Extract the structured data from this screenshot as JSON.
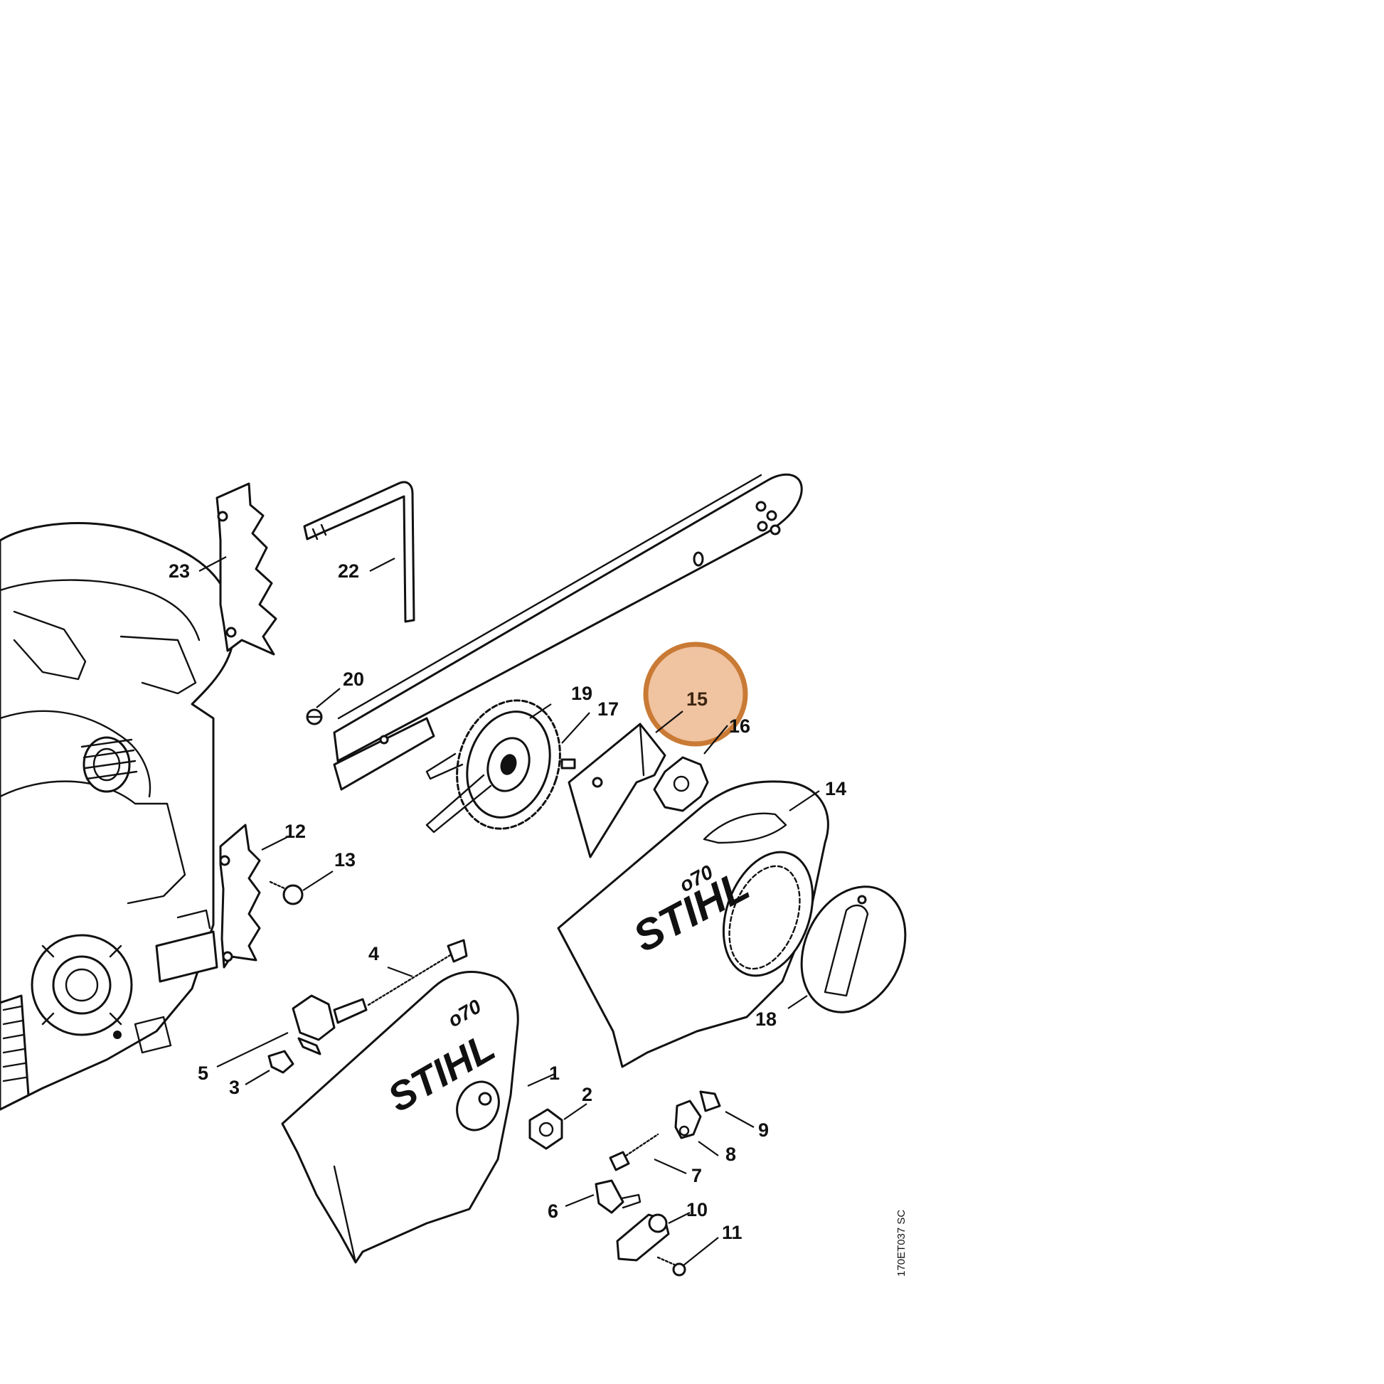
{
  "diagram": {
    "drawing_code": "170ET037 SC",
    "brand_text": "STIHL",
    "logo_text": "o70",
    "highlight_color": "#f0c3a1",
    "highlight_ring_color": "#c97a34",
    "highlighted_part": "15",
    "labels": {
      "p1": "1",
      "p2": "2",
      "p3": "3",
      "p4": "4",
      "p5": "5",
      "p6": "6",
      "p7": "7",
      "p8": "8",
      "p9": "9",
      "p10": "10",
      "p11": "11",
      "p12": "12",
      "p13": "13",
      "p14": "14",
      "p15": "15",
      "p16": "16",
      "p17": "17",
      "p18": "18",
      "p19": "19",
      "p20": "20",
      "p22": "22",
      "p23": "23"
    }
  }
}
